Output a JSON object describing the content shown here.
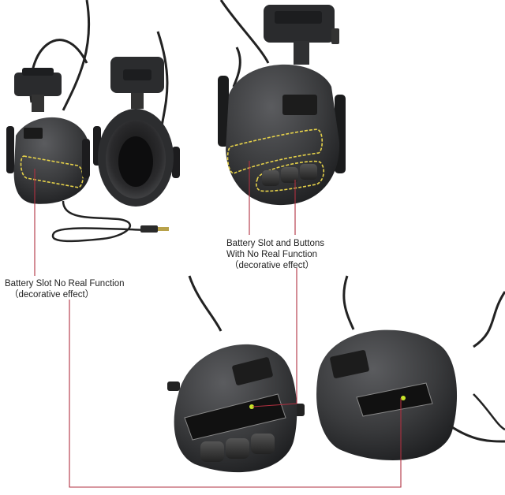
{
  "annotations": {
    "left_label": {
      "line1": "Battery Slot  No Real Function",
      "line2": "（decorative effect）"
    },
    "right_label": {
      "line1": "Battery Slot and Buttons",
      "line2": "With No Real Function",
      "line3": "（decorative effect）"
    }
  },
  "colors": {
    "shell": "#3a3b3d",
    "shell_dark": "#222325",
    "pad": "#1e1e20",
    "callout_line": "#b03040",
    "highlight_dash": "#e6d24a",
    "led": "#c8e62a"
  }
}
